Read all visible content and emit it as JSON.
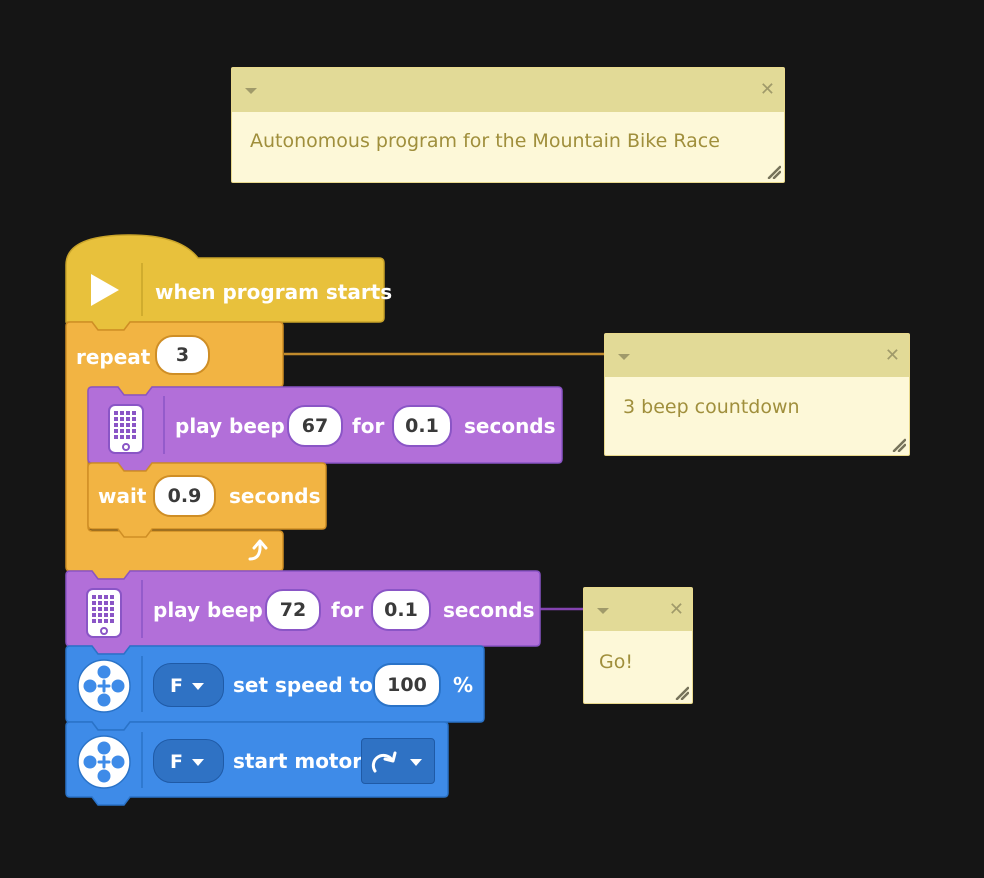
{
  "comments": {
    "top": {
      "text": "Autonomous program for the Mountain Bike Race"
    },
    "countdown": {
      "text": "3 beep countdown"
    },
    "go": {
      "text": "Go!"
    }
  },
  "blocks": {
    "hat": {
      "label": "when program starts"
    },
    "repeat": {
      "label": "repeat",
      "count": "3"
    },
    "beep1": {
      "label_play": "play beep",
      "note": "67",
      "label_for": "for",
      "duration": "0.1",
      "label_seconds": "seconds"
    },
    "wait": {
      "label_wait": "wait",
      "duration": "0.9",
      "label_seconds": "seconds"
    },
    "beep2": {
      "label_play": "play beep",
      "note": "72",
      "label_for": "for",
      "duration": "0.1",
      "label_seconds": "seconds"
    },
    "speed": {
      "port": "F",
      "label": "set speed to",
      "value": "100",
      "unit": "%"
    },
    "motor": {
      "port": "F",
      "label": "start motor"
    }
  },
  "colors": {
    "event_yellow": "#e8c13c",
    "control_orange": "#f2b443",
    "sound_purple": "#b26fd9",
    "motor_blue": "#3e8be8",
    "note_bg": "#fdf8d8",
    "note_header": "#e2da97"
  }
}
